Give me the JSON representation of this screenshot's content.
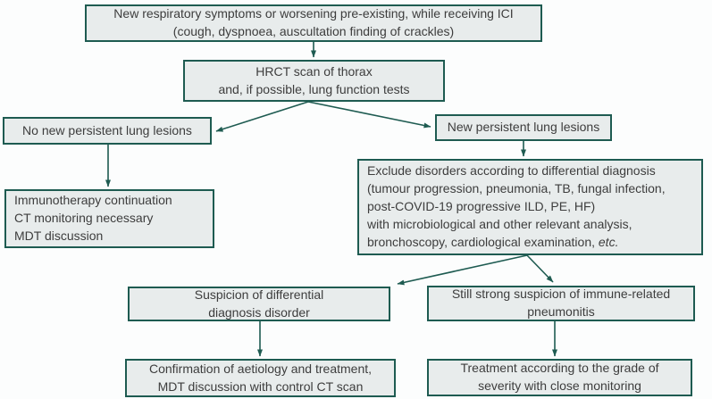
{
  "colors": {
    "accent": "#1e5b51",
    "box_fill": "#e8ecec",
    "text": "#3d3d3d",
    "background": "#fcfdfd"
  },
  "nodes": {
    "symptoms": {
      "line1": "New respiratory symptoms or worsening pre-existing, while receiving ICI",
      "line2": "(cough, dyspnoea, auscultation finding of crackles)"
    },
    "hrct": {
      "line1": "HRCT  scan of thorax",
      "line2": "and, if possible, lung function tests"
    },
    "no_new_lesions": {
      "line1": "No new persistent lung lesions"
    },
    "new_lesions": {
      "line1": "New persistent lung lesions"
    },
    "continuation": {
      "line1": "Immunotherapy continuation",
      "line2": "CT monitoring necessary",
      "line3": "MDT discussion"
    },
    "exclude": {
      "line1": "Exclude disorders according to differential diagnosis",
      "line2": "(tumour progression, pneumonia, TB, fungal infection,",
      "line3": "post-COVID-19 progressive ILD, PE, HF)",
      "line4": "with microbiological and other relevant analysis,",
      "line5": "bronchoscopy, cardiological examination, ",
      "line5_italic": "etc."
    },
    "suspicion_differential": {
      "line1": "Suspicion of differential",
      "line2": "diagnosis disorder"
    },
    "suspicion_pneumonitis": {
      "line1": "Still strong suspicion of immune-related",
      "line2": "pneumonitis"
    },
    "confirmation": {
      "line1": "Confirmation of aetiology and treatment,",
      "line2": "MDT discussion with control CT scan"
    },
    "treatment": {
      "line1": "Treatment according to the grade of",
      "line2": "severity with close monitoring"
    }
  }
}
